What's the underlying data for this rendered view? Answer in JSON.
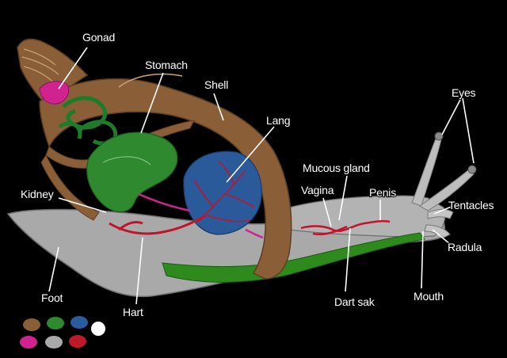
{
  "labels": {
    "gonad": "Gonad",
    "stomach": "Stomach",
    "shell": "Shell",
    "lang": "Lang",
    "eyes": "Eyes",
    "mucous_gland": "Mucous gland",
    "vagina": "Vagina",
    "penis": "Penis",
    "kidney": "Kidney",
    "tentacles": "Tentacles",
    "radula": "Radula",
    "foot": "Foot",
    "hart": "Hart",
    "dart_sak": "Dart sak",
    "mouth": "Mouth"
  },
  "colors": {
    "background": "#000000",
    "shell": "#8a5f38",
    "body": "#a9a9a9",
    "gonad": "#d0238f",
    "stomach": "#1f7a2a",
    "lung": "#2a5a9a",
    "vessels": "#c0142c",
    "foot_green": "#2f8a1e",
    "label_text": "#ffffff"
  },
  "color_key": [
    {
      "name": "shell-swatch",
      "color": "#8a5f38"
    },
    {
      "name": "stomach-swatch",
      "color": "#2f8a2f"
    },
    {
      "name": "lung-swatch",
      "color": "#2a5aa0"
    },
    {
      "name": "white-swatch",
      "color": "#ffffff"
    },
    {
      "name": "gonad-swatch",
      "color": "#d0238f"
    },
    {
      "name": "body-swatch",
      "color": "#a9a9a9"
    },
    {
      "name": "vessel-swatch",
      "color": "#c01a2a"
    }
  ]
}
